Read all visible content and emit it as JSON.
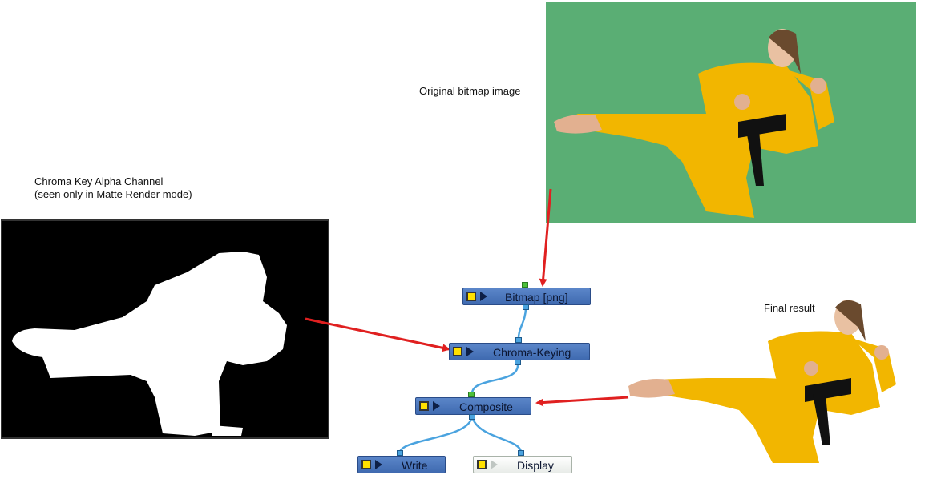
{
  "captions": {
    "original": "Original bitmap image",
    "alpha_line1": "Chroma Key Alpha Channel",
    "alpha_line2": "(seen only in Matte Render mode)",
    "final": "Final result"
  },
  "nodes": {
    "bitmap": "Bitmap  [png]",
    "chroma": "Chroma-Keying",
    "composite": "Composite",
    "write": "Write",
    "display": "Display"
  },
  "colors": {
    "green_screen": "#5aae74",
    "node_blue": "#4a76bd",
    "arrow_red": "#e02020",
    "wire_blue": "#4aa3df"
  }
}
